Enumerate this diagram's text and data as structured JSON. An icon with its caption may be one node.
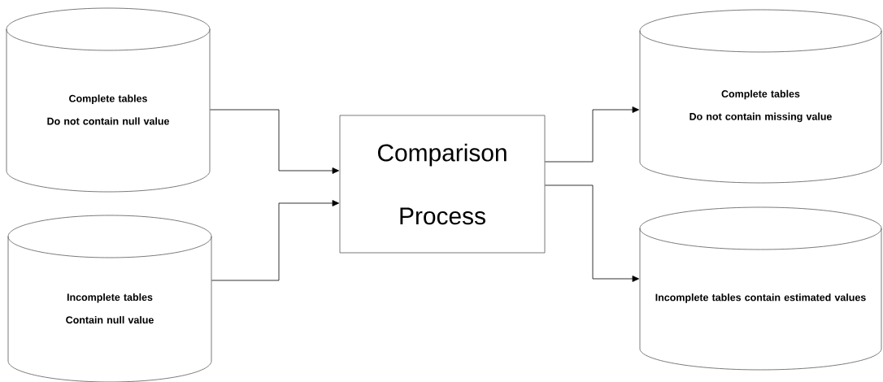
{
  "diagram": {
    "nodes": [
      {
        "text": [
          "Complete tables",
          "Do not contain null value"
        ]
      },
      {
        "text": [
          "Incomplete tables",
          "Contain null value"
        ]
      },
      {
        "text": [
          "Comparison Process"
        ]
      },
      {
        "text": [
          "Complete tables",
          "Do not contain missing value"
        ]
      },
      {
        "text": [
          "Incomplete tables contain estimated values"
        ]
      }
    ],
    "edges": [
      {
        "from": 0,
        "to": 2,
        "arrow": "to"
      },
      {
        "from": 1,
        "to": 2,
        "arrow": "to"
      },
      {
        "from": 2,
        "to": 3,
        "arrow": "to"
      },
      {
        "from": 2,
        "to": 4,
        "arrow": "to"
      }
    ]
  }
}
